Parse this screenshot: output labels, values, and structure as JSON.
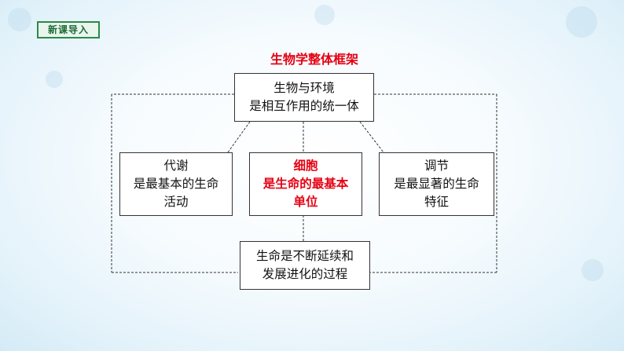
{
  "badge": "新课导入",
  "diagram": {
    "title": "生物学整体框架",
    "top": {
      "line1": "生物与环境",
      "line2": "是相互作用的统一体"
    },
    "left": {
      "line1": "代谢",
      "line2": "是最基本的生命",
      "line3": "活动"
    },
    "center": {
      "line1": "细胞",
      "line2": "是生命的最基本",
      "line3": "单位"
    },
    "right": {
      "line1": "调节",
      "line2": "是最显著的生命",
      "line3": "特征"
    },
    "bottom": {
      "line1": "生命是不断延续和",
      "line2": "发展进化的过程"
    }
  },
  "colors": {
    "title": "#e60012",
    "badge_border": "#2a8a4a",
    "box_border": "#333333"
  }
}
